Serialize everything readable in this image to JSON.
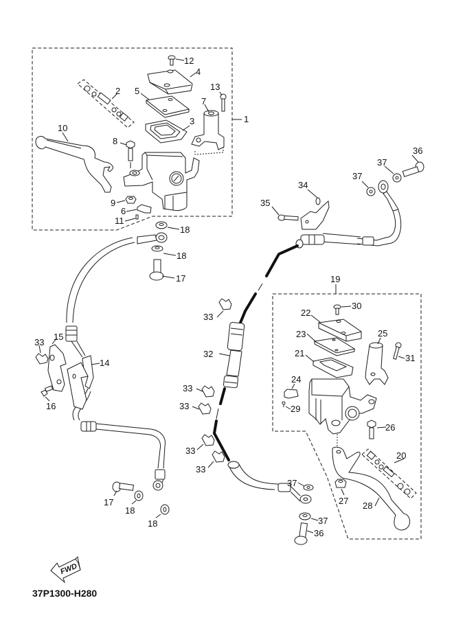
{
  "diagram": {
    "title_code": "37P1300-H280",
    "direction_label": "FWD",
    "groups": [
      {
        "name": "front-master-cylinder-assembly-left",
        "callout": "1",
        "members": [
          "2",
          "3",
          "4",
          "5",
          "6",
          "7",
          "8",
          "9",
          "10",
          "11",
          "12",
          "13"
        ]
      },
      {
        "name": "master-cylinder-assembly-right",
        "callout": "19",
        "members": [
          "20",
          "21",
          "22",
          "23",
          "24",
          "25",
          "26",
          "27",
          "28",
          "29",
          "30",
          "31"
        ]
      }
    ],
    "callouts": [
      {
        "id": "c1",
        "text": "1"
      },
      {
        "id": "c2",
        "text": "2"
      },
      {
        "id": "c3",
        "text": "3"
      },
      {
        "id": "c4",
        "text": "4"
      },
      {
        "id": "c5",
        "text": "5"
      },
      {
        "id": "c6",
        "text": "6"
      },
      {
        "id": "c7",
        "text": "7"
      },
      {
        "id": "c8",
        "text": "8"
      },
      {
        "id": "c9",
        "text": "9"
      },
      {
        "id": "c10",
        "text": "10"
      },
      {
        "id": "c11",
        "text": "11"
      },
      {
        "id": "c12",
        "text": "12"
      },
      {
        "id": "c13",
        "text": "13"
      },
      {
        "id": "c14",
        "text": "14"
      },
      {
        "id": "c15",
        "text": "15"
      },
      {
        "id": "c16",
        "text": "16"
      },
      {
        "id": "c17a",
        "text": "17"
      },
      {
        "id": "c17b",
        "text": "17"
      },
      {
        "id": "c18a",
        "text": "18"
      },
      {
        "id": "c18b",
        "text": "18"
      },
      {
        "id": "c18c",
        "text": "18"
      },
      {
        "id": "c18d",
        "text": "18"
      },
      {
        "id": "c19",
        "text": "19"
      },
      {
        "id": "c20",
        "text": "20"
      },
      {
        "id": "c21",
        "text": "21"
      },
      {
        "id": "c22",
        "text": "22"
      },
      {
        "id": "c23",
        "text": "23"
      },
      {
        "id": "c24",
        "text": "24"
      },
      {
        "id": "c25",
        "text": "25"
      },
      {
        "id": "c26",
        "text": "26"
      },
      {
        "id": "c27",
        "text": "27"
      },
      {
        "id": "c28",
        "text": "28"
      },
      {
        "id": "c29",
        "text": "29"
      },
      {
        "id": "c30",
        "text": "30"
      },
      {
        "id": "c31",
        "text": "31"
      },
      {
        "id": "c32",
        "text": "32"
      },
      {
        "id": "c33a",
        "text": "33"
      },
      {
        "id": "c33b",
        "text": "33"
      },
      {
        "id": "c33c",
        "text": "33"
      },
      {
        "id": "c33d",
        "text": "33"
      },
      {
        "id": "c33e",
        "text": "33"
      },
      {
        "id": "c33f",
        "text": "33"
      },
      {
        "id": "c34",
        "text": "34"
      },
      {
        "id": "c35",
        "text": "35"
      },
      {
        "id": "c36a",
        "text": "36"
      },
      {
        "id": "c36b",
        "text": "36"
      },
      {
        "id": "c37a",
        "text": "37"
      },
      {
        "id": "c37b",
        "text": "37"
      },
      {
        "id": "c37c",
        "text": "37"
      },
      {
        "id": "c37d",
        "text": "37"
      }
    ]
  }
}
